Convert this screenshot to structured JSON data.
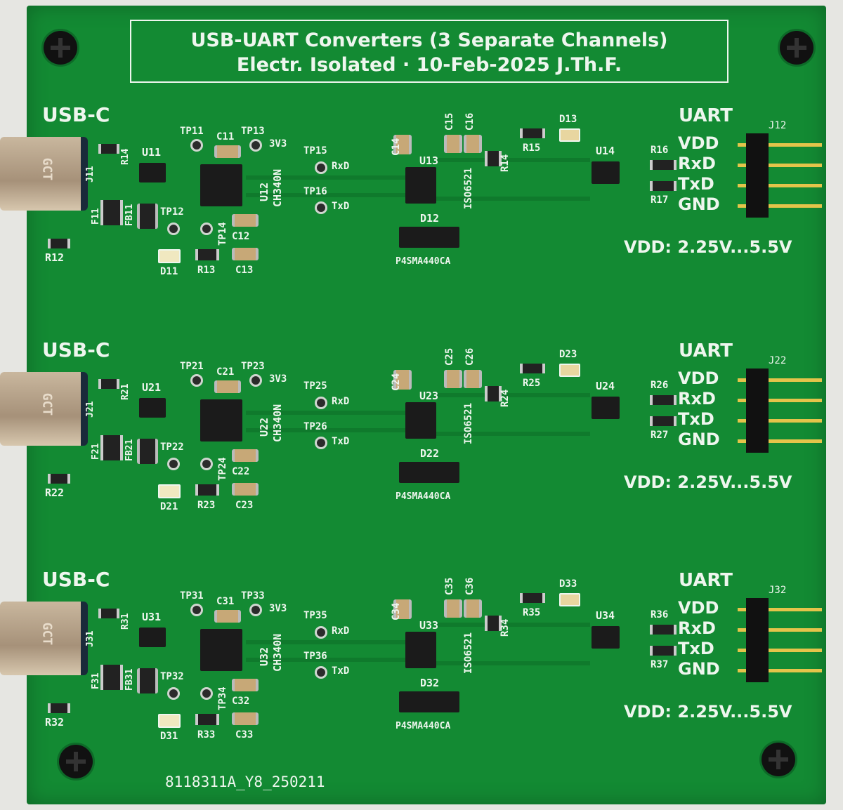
{
  "title": {
    "line1": "USB-UART Converters (3 Separate Channels)",
    "line2": "Electr. Isolated · 10-Feb-2025 J.Th.F."
  },
  "footer_code": "8118311A_Y8_250211",
  "colors": {
    "board": "#138a33",
    "silkscreen": "#eef6ee"
  },
  "channels": [
    {
      "n": "1",
      "usb": "USB-C",
      "conn": "J11",
      "conn_brand": "GCT",
      "r_a": "R14",
      "u_a": "U11",
      "tp_a": "TP11",
      "c_a": "C11",
      "tp_b": "TP13",
      "v33": "3V3",
      "u_b": "U12",
      "u_b_part": "CH340N",
      "tp_rx": "TP15",
      "rx": "RxD",
      "tp_tx": "TP16",
      "tx": "TxD",
      "c_c": "C14",
      "c_d": "C15",
      "c_e": "C16",
      "u_c": "U13",
      "u_c_part": "ISO6521",
      "r_b": "R14",
      "d_tvs": "D12",
      "tvs_part": "P4SMA440CA",
      "r_c": "R15",
      "d_led2": "D13",
      "u_d": "U14",
      "r_d": "R16",
      "r_e": "R17",
      "fuse": "F11",
      "fb": "FB11",
      "r_f": "R12",
      "tp_c": "TP12",
      "tp_d": "TP14",
      "c_f": "C12",
      "d_led1": "D11",
      "r_g": "R13",
      "c_g": "C13",
      "uart": "UART",
      "pins": [
        "VDD",
        "RxD",
        "TxD",
        "GND"
      ],
      "hdr": "J12",
      "vdd_range": "VDD: 2.25V...5.5V"
    },
    {
      "n": "2",
      "usb": "USB-C",
      "conn": "J21",
      "conn_brand": "GCT",
      "r_a": "R21",
      "u_a": "U21",
      "tp_a": "TP21",
      "c_a": "C21",
      "tp_b": "TP23",
      "v33": "3V3",
      "u_b": "U22",
      "u_b_part": "CH340N",
      "tp_rx": "TP25",
      "rx": "RxD",
      "tp_tx": "TP26",
      "tx": "TxD",
      "c_c": "C24",
      "c_d": "C25",
      "c_e": "C26",
      "u_c": "U23",
      "u_c_part": "ISO6521",
      "r_b": "R24",
      "d_tvs": "D22",
      "tvs_part": "P4SMA440CA",
      "r_c": "R25",
      "d_led2": "D23",
      "u_d": "U24",
      "r_d": "R26",
      "r_e": "R27",
      "fuse": "F21",
      "fb": "FB21",
      "r_f": "R22",
      "tp_c": "TP22",
      "tp_d": "TP24",
      "c_f": "C22",
      "d_led1": "D21",
      "r_g": "R23",
      "c_g": "C23",
      "uart": "UART",
      "pins": [
        "VDD",
        "RxD",
        "TxD",
        "GND"
      ],
      "hdr": "J22",
      "vdd_range": "VDD: 2.25V...5.5V"
    },
    {
      "n": "3",
      "usb": "USB-C",
      "conn": "J31",
      "conn_brand": "GCT",
      "r_a": "R31",
      "u_a": "U31",
      "tp_a": "TP31",
      "c_a": "C31",
      "tp_b": "TP33",
      "v33": "3V3",
      "u_b": "U32",
      "u_b_part": "CH340N",
      "tp_rx": "TP35",
      "rx": "RxD",
      "tp_tx": "TP36",
      "tx": "TxD",
      "c_c": "C34",
      "c_d": "C35",
      "c_e": "C36",
      "u_c": "U33",
      "u_c_part": "ISO6521",
      "r_b": "R34",
      "d_tvs": "D32",
      "tvs_part": "P4SMA440CA",
      "r_c": "R35",
      "d_led2": "D33",
      "u_d": "U34",
      "r_d": "R36",
      "r_e": "R37",
      "fuse": "F31",
      "fb": "FB31",
      "r_f": "R32",
      "tp_c": "TP32",
      "tp_d": "TP34",
      "c_f": "C32",
      "d_led1": "D31",
      "r_g": "R33",
      "c_g": "C33",
      "uart": "UART",
      "pins": [
        "VDD",
        "RxD",
        "TxD",
        "GND"
      ],
      "hdr": "J32",
      "vdd_range": "VDD: 2.25V...5.5V"
    }
  ]
}
